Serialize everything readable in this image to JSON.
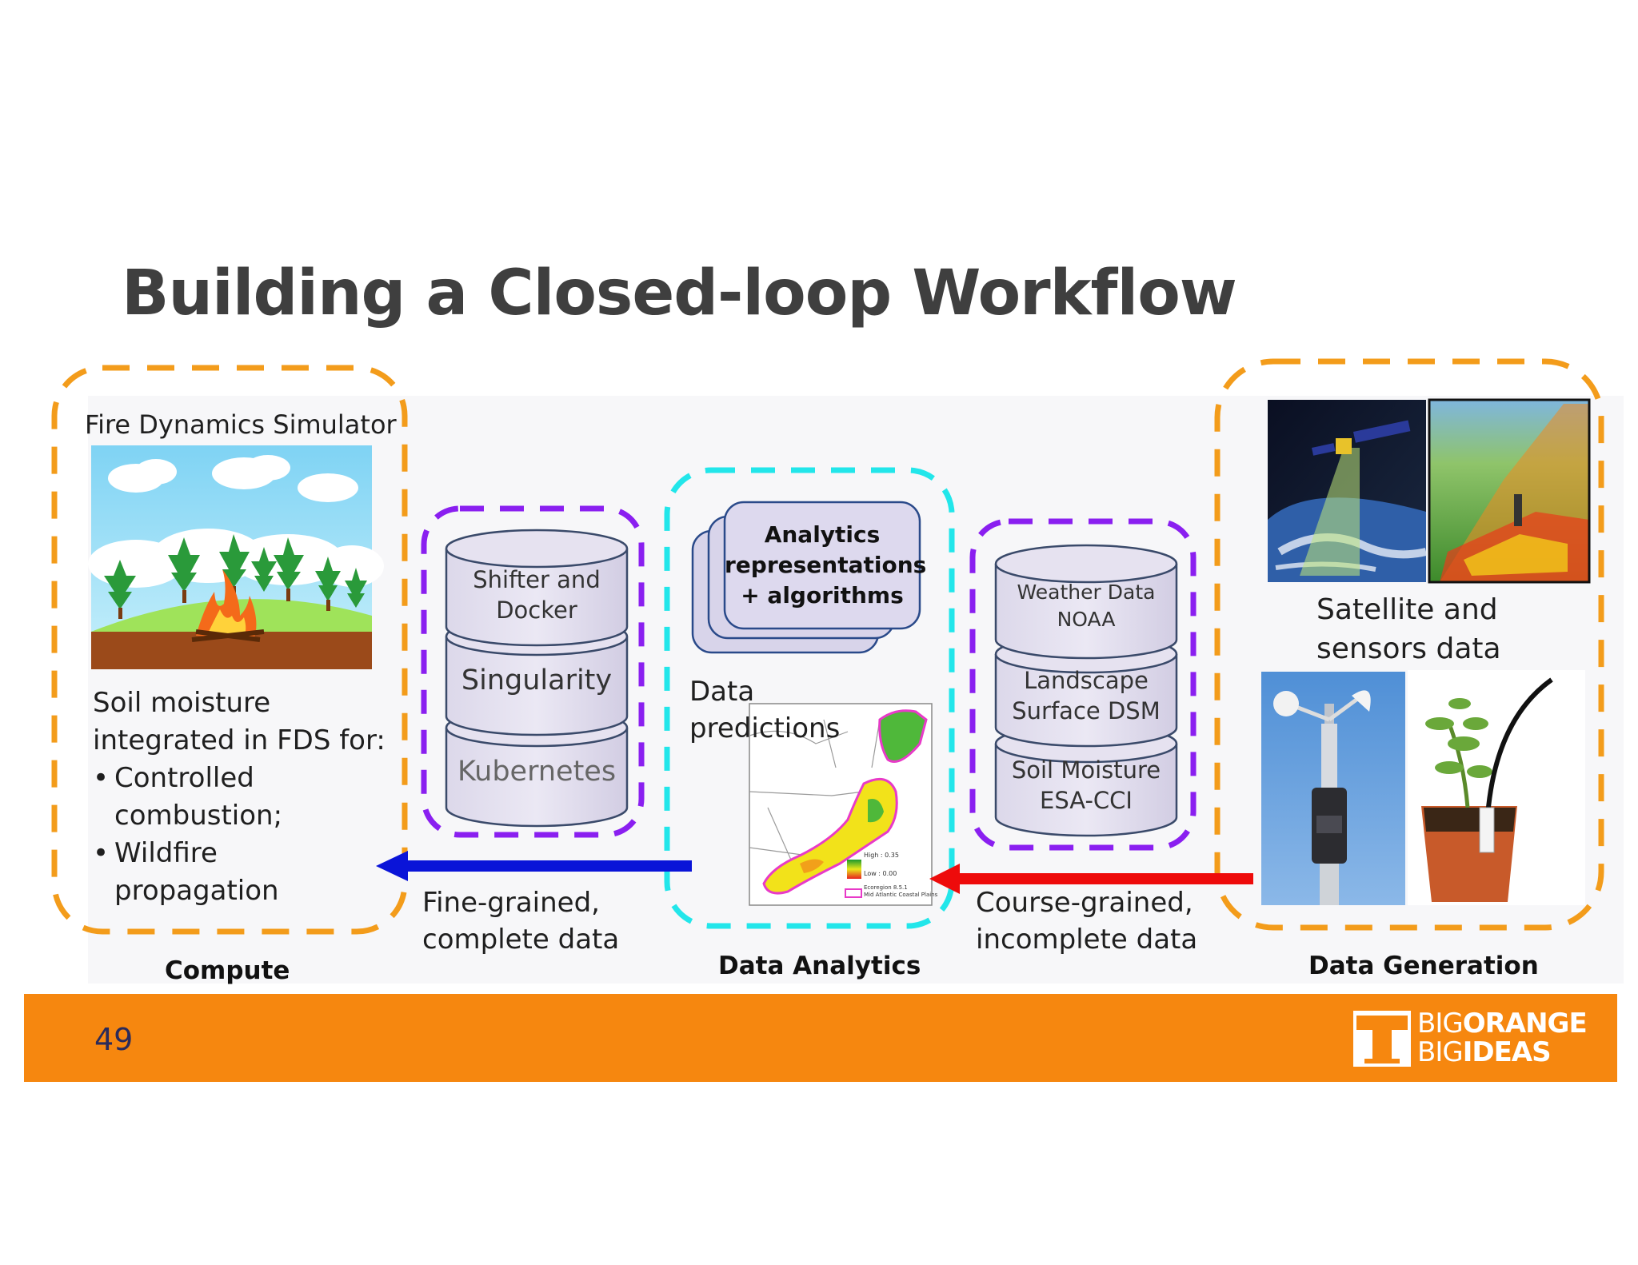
{
  "title": "Building a Closed-loop Workflow",
  "compute": {
    "heading": "Fire Dynamics Simulator",
    "desc_line1": "Soil moisture",
    "desc_line2": "integrated in FDS for:",
    "bullet1_a": "Controlled",
    "bullet1_b": "combustion;",
    "bullet2_a": "Wildfire",
    "bullet2_b": "propagation",
    "label": "Compute"
  },
  "containers": {
    "stack1": [
      "Shifter and",
      "Docker"
    ],
    "stack2": "Singularity",
    "stack3": "Kubernetes"
  },
  "analytics": {
    "card_line1": "Analytics",
    "card_line2": "representations",
    "card_line3": "+ algorithms",
    "pred_line1": "Data",
    "pred_line2": "predictions",
    "legend_high": "High : 0.35",
    "legend_low": "Low : 0.00",
    "legend_eco1": "Ecoregion 8.5.1",
    "legend_eco2": "Mid Atlantic Coastal Plains",
    "label": "Data Analytics"
  },
  "datasources": {
    "db1": [
      "Weather Data",
      "NOAA"
    ],
    "db2": [
      "Landscape",
      "Surface DSM"
    ],
    "db3": [
      "Soil Moisture",
      "ESA-CCI"
    ]
  },
  "generation": {
    "caption_line1": "Satellite and",
    "caption_line2": "sensors data",
    "label": "Data Generation"
  },
  "arrows": {
    "fine_line1": "Fine-grained,",
    "fine_line2": "complete data",
    "coarse_line1": "Course-grained,",
    "coarse_line2": "incomplete data"
  },
  "footer": {
    "page_number": "49",
    "logo_line1_a": "BIG",
    "logo_line1_b": "ORANGE",
    "logo_line2_a": "BIG",
    "logo_line2_b": "IDEAS"
  },
  "colors": {
    "orange": "#f39c1b",
    "purple": "#8a1ff0",
    "cyan": "#22e6ea",
    "blue_arrow": "#0a14d8",
    "red_arrow": "#ee0b0b",
    "footer": "#f6870f"
  }
}
